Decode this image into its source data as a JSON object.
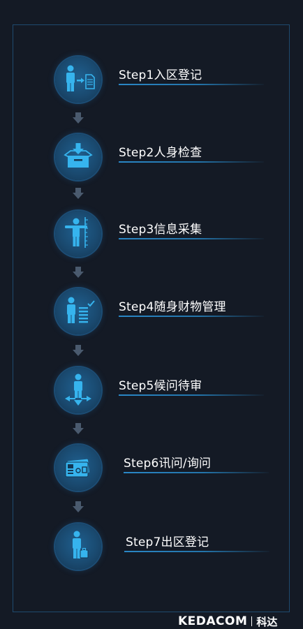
{
  "steps": [
    {
      "label": "Step1入区登记",
      "icon": "person-register-icon"
    },
    {
      "label": "Step2人身检查",
      "icon": "inbox-check-icon"
    },
    {
      "label": "Step3信息采集",
      "icon": "person-measure-icon"
    },
    {
      "label": "Step4随身财物管理",
      "icon": "person-checklist-icon"
    },
    {
      "label": "Step5候问待审",
      "icon": "person-waiting-icon"
    },
    {
      "label": "Step6讯问/询问",
      "icon": "id-card-icon"
    },
    {
      "label": "Step7出区登记",
      "icon": "person-luggage-icon"
    }
  ],
  "brand": {
    "name": "KEDACOM",
    "cn": "科达"
  },
  "colors": {
    "background": "#141a25",
    "accent": "#2a87c6",
    "icon": "#36b4ee",
    "arrow": "#4a5a6e"
  }
}
